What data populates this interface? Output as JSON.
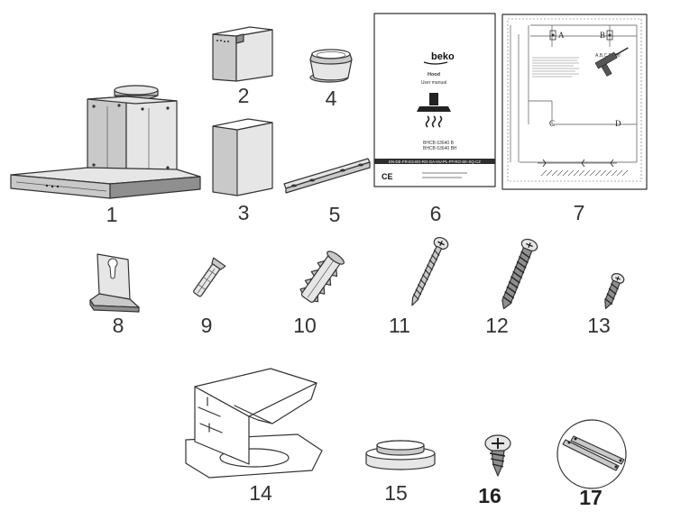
{
  "parts": [
    {
      "number": "1",
      "icon": "cooker-hood"
    },
    {
      "number": "2",
      "icon": "upper-chimney-cover"
    },
    {
      "number": "3",
      "icon": "lower-chimney-cover"
    },
    {
      "number": "4",
      "icon": "air-outlet-adapter"
    },
    {
      "number": "5",
      "icon": "mounting-bracket"
    },
    {
      "number": "6",
      "icon": "user-manual"
    },
    {
      "number": "7",
      "icon": "installation-template"
    },
    {
      "number": "8",
      "icon": "hanging-hook"
    },
    {
      "number": "9",
      "icon": "small-wall-plug"
    },
    {
      "number": "10",
      "icon": "large-wall-plug"
    },
    {
      "number": "11",
      "icon": "long-screw"
    },
    {
      "number": "12",
      "icon": "thick-screw"
    },
    {
      "number": "13",
      "icon": "short-screw"
    },
    {
      "number": "14",
      "icon": "chimney-support-bracket"
    },
    {
      "number": "15",
      "icon": "round-flange"
    },
    {
      "number": "16",
      "icon": "tapping-screw"
    },
    {
      "number": "17",
      "icon": "round-cover-plate"
    }
  ],
  "manual": {
    "brand": "beko",
    "product": "Hood",
    "subtitle": "User manual",
    "model_1": "BHCB 63640 B",
    "model_2": "BHCB 63640 BH",
    "languages": "EN-DE-FR-ES-BG-RO-GA-HU-PL-PT-RO-SK-SQ-CZ",
    "ce_mark": "CE"
  },
  "template": {
    "letter_a": "A",
    "letter_b": "B",
    "letter_c": "C",
    "letter_d": "D",
    "abcd_note": "A,B,C,D=Ø8"
  }
}
